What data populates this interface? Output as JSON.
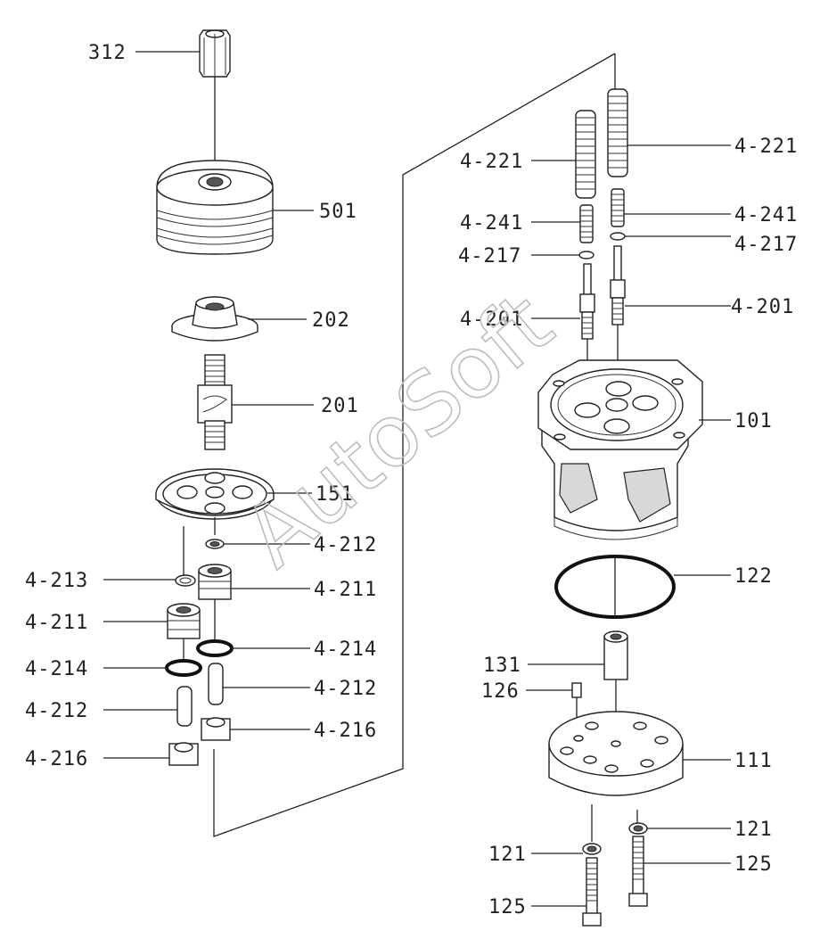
{
  "watermark": "AutoSoft",
  "labels": {
    "l312": "312",
    "l501": "501",
    "l202": "202",
    "l201": "201",
    "l151": "151",
    "l4_212a": "4-212",
    "l4_213": "4-213",
    "l4_211a": "4-211",
    "l4_211b": "4-211",
    "l4_214a": "4-214",
    "l4_214b": "4-214",
    "l4_212b": "4-212",
    "l4_212c": "4-212",
    "l4_216a": "4-216",
    "l4_216b": "4-216",
    "l4_221a": "4-221",
    "l4_221b": "4-221",
    "l4_241a": "4-241",
    "l4_241b": "4-241",
    "l4_217a": "4-217",
    "l4_217b": "4-217",
    "l4_201a": "4-201",
    "l4_201b": "4-201",
    "l101": "101",
    "l122": "122",
    "l131": "131",
    "l126": "126",
    "l111": "111",
    "l121a": "121",
    "l121b": "121",
    "l125a": "125",
    "l125b": "125"
  }
}
